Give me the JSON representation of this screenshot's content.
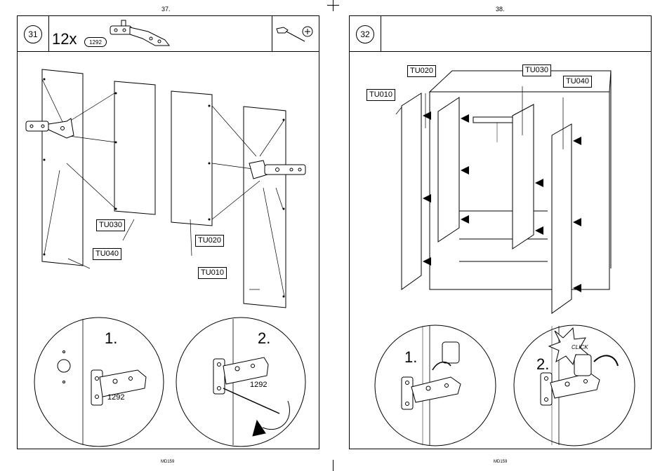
{
  "left_page": {
    "page_number": "37.",
    "footer": "MD159",
    "step_number": "31",
    "quantity": "12x",
    "part_code": "1292",
    "tool_icon": "screwdriver-icon",
    "panel_labels": [
      "TU030",
      "TU020",
      "TU040",
      "TU010"
    ],
    "sub_steps": [
      "1.",
      "2."
    ],
    "hinge_labels": [
      "1292",
      "1292"
    ]
  },
  "right_page": {
    "page_number": "38.",
    "footer": "MD159",
    "step_number": "32",
    "panel_labels": [
      "TU020",
      "TU030",
      "TU010",
      "TU040"
    ],
    "sub_steps": [
      "1.",
      "2."
    ],
    "click_text": "CLICK"
  }
}
